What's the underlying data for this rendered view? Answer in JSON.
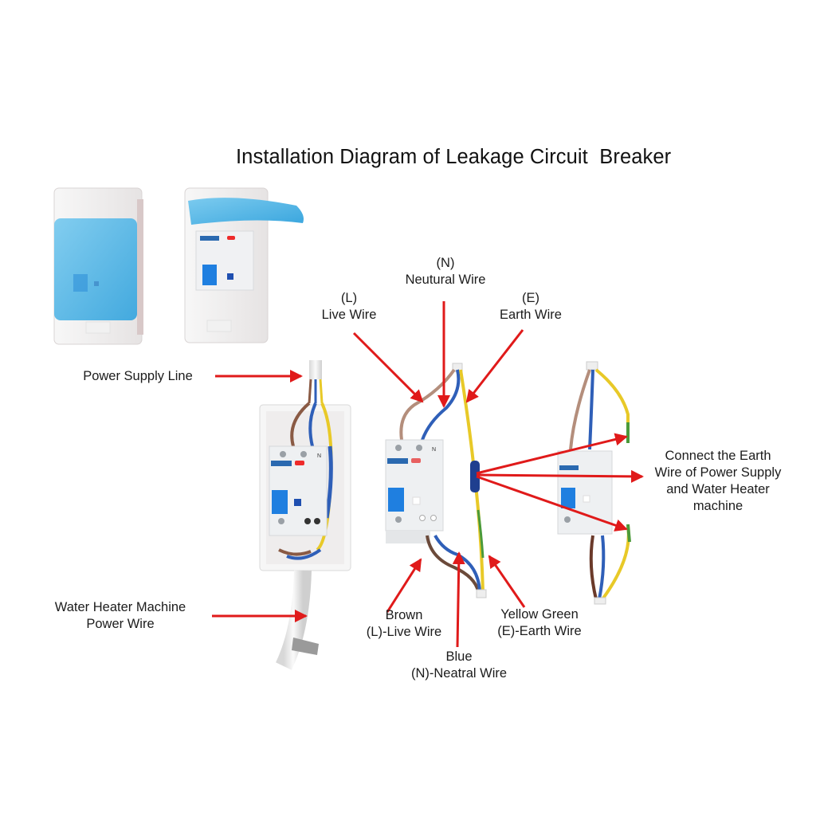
{
  "title": "Installation Diagram of Leakage Circuit  Breaker",
  "colors": {
    "arrow": "#e01a1a",
    "live_brown": "#8a5a44",
    "neutral_blue": "#2f5fb8",
    "earth_yellow": "#e8c928",
    "earth_green": "#4a9a3a",
    "cover_blue": "#4fb3e6",
    "breaker_body": "#eef0f2",
    "handle_blue": "#1f7fe0",
    "test_button_red": "#ee2b2b"
  },
  "labels": {
    "neutral_top": {
      "line1": "(N)",
      "line2": "Neutural Wire"
    },
    "live_top": {
      "line1": "(L)",
      "line2": "Live Wire"
    },
    "earth_top": {
      "line1": "(E)",
      "line2": "Earth Wire"
    },
    "power_supply": "Power Supply Line",
    "water_heater": {
      "line1": "Water Heater Machine",
      "line2": "Power Wire"
    },
    "brown_bottom": {
      "line1": "Brown",
      "line2": "(L)-Live Wire"
    },
    "blue_bottom": {
      "line1": "Blue",
      "line2": "(N)-Neatral Wire"
    },
    "yellow_green_bottom": {
      "line1": "Yellow Green",
      "line2": "(E)-Earth Wire"
    },
    "connect_earth": {
      "line1": "Connect the Earth",
      "line2": "Wire of Power Supply",
      "line3": "and Water Heater",
      "line4": "machine"
    }
  },
  "breaker": {
    "terminal_label": "N"
  }
}
